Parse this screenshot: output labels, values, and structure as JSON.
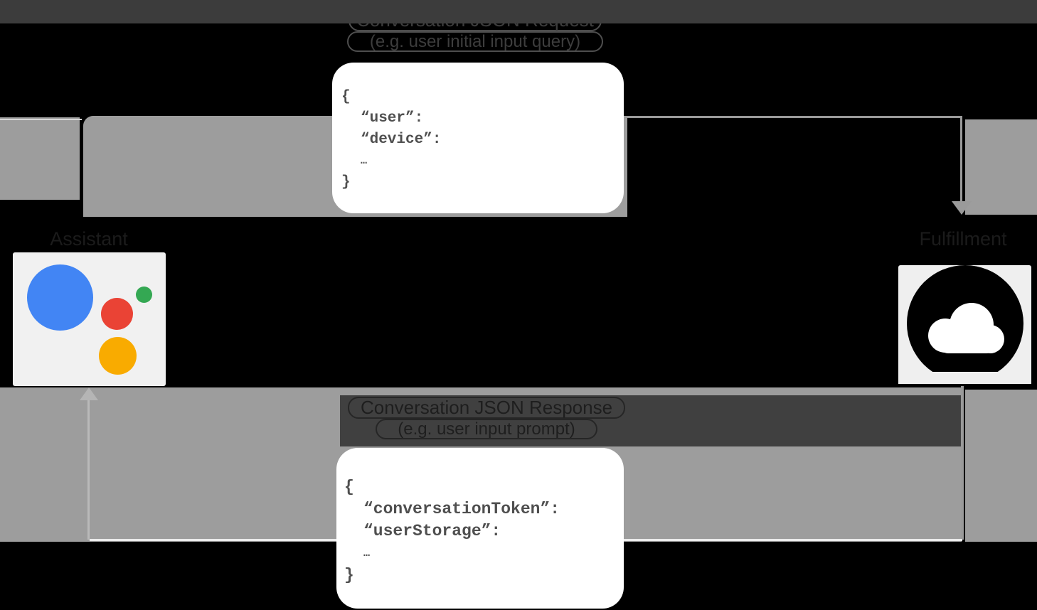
{
  "request": {
    "title": "Conversation JSON Request",
    "subtitle": "(e.g. user initial input query)",
    "json_lines": [
      "{",
      "“user”:",
      "“device”:",
      "…",
      "}"
    ]
  },
  "response": {
    "title": "Conversation JSON Response",
    "subtitle": "(e.g. user input prompt)",
    "json_lines": [
      "{",
      "“conversationToken”:",
      "“userStorage”:",
      "…",
      "}"
    ]
  },
  "actors": {
    "assistant": {
      "label": "Assistant"
    },
    "fulfillment": {
      "label": "Fulfillment"
    }
  },
  "icons": {
    "assistant": "google-assistant-icon",
    "fulfillment": "cloud-icon"
  },
  "colors": {
    "background": "#000000",
    "arrow_fill": "#9d9d9d",
    "label_band": "#3c3c3c",
    "code_text": "#4f4f4f",
    "assistant_blue": "#4285f4",
    "assistant_red": "#ea4335",
    "assistant_green": "#34a853",
    "assistant_yellow": "#f9ab00"
  }
}
